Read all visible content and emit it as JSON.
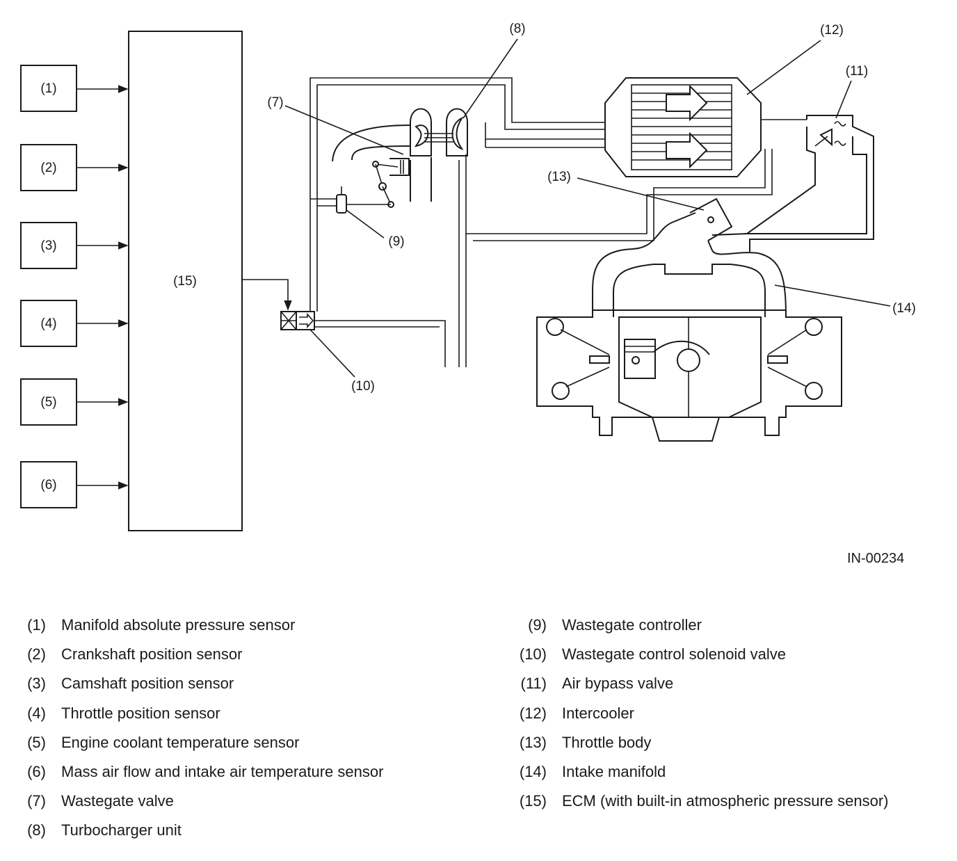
{
  "figure_id": "IN-00234",
  "callouts": {
    "c1": "(1)",
    "c2": "(2)",
    "c3": "(3)",
    "c4": "(4)",
    "c5": "(5)",
    "c6": "(6)",
    "c7": "(7)",
    "c8": "(8)",
    "c9": "(9)",
    "c10": "(10)",
    "c11": "(11)",
    "c12": "(12)",
    "c13": "(13)",
    "c14": "(14)",
    "c15": "(15)"
  },
  "legend_left": [
    {
      "num": "(1)",
      "text": "Manifold absolute pressure sensor"
    },
    {
      "num": "(2)",
      "text": "Crankshaft position sensor"
    },
    {
      "num": "(3)",
      "text": "Camshaft position sensor"
    },
    {
      "num": "(4)",
      "text": "Throttle position sensor"
    },
    {
      "num": "(5)",
      "text": "Engine coolant temperature sensor"
    },
    {
      "num": "(6)",
      "text": "Mass air flow and intake air temperature sensor"
    },
    {
      "num": "(7)",
      "text": "Wastegate valve"
    },
    {
      "num": "(8)",
      "text": "Turbocharger unit"
    }
  ],
  "legend_right": [
    {
      "num": "(9)",
      "text": "Wastegate controller"
    },
    {
      "num": "(10)",
      "text": "Wastegate control solenoid valve"
    },
    {
      "num": "(11)",
      "text": "Air bypass valve"
    },
    {
      "num": "(12)",
      "text": "Intercooler"
    },
    {
      "num": "(13)",
      "text": "Throttle body"
    },
    {
      "num": "(14)",
      "text": "Intake manifold"
    },
    {
      "num": "(15)",
      "text": "ECM (with built-in atmospheric pressure sensor)"
    }
  ]
}
